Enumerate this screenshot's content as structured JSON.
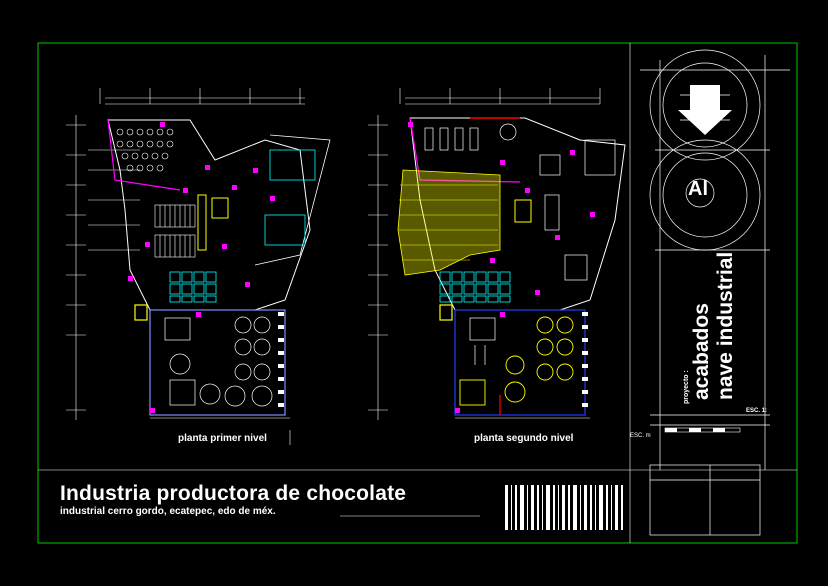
{
  "title": "Industria productora de chocolate",
  "subtitle": "industrial cerro gordo, ecatepec, edo de méx.",
  "plans": [
    {
      "label": "planta primer nivel"
    },
    {
      "label": "planta segundo nivel"
    }
  ],
  "project": {
    "prefix": "proyecto :",
    "line1": "acabados",
    "line2": "nave industrial",
    "logo_text": "Al"
  },
  "scale_label": "ESC. 1:",
  "scale_note": "ESC. m",
  "colors": {
    "frame": "#00c800",
    "walls": "#ffffff",
    "accent_magenta": "#ff00ff",
    "accent_cyan": "#00ffff",
    "accent_yellow": "#ffff00",
    "accent_red": "#ff0000",
    "accent_blue": "#2040ff"
  }
}
